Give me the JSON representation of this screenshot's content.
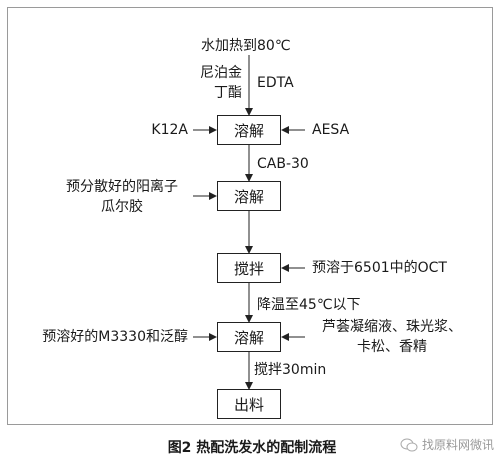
{
  "steps": {
    "dissolve1": "溶解",
    "dissolve2": "溶解",
    "stir1": "搅拌",
    "dissolve3": "溶解",
    "output": "出料"
  },
  "inputs": {
    "top": "水加热到80℃",
    "nipagin_line1": "尼泊金",
    "nipagin_line2": "丁酯",
    "edta": "EDTA",
    "k12a": "K12A",
    "aesa": "AESA",
    "cab30": "CAB-30",
    "cationic_guar_line1": "预分散好的阳离子",
    "cationic_guar_line2": "瓜尔胶",
    "oct_predissolved": "预溶于6501中的OCT",
    "cool": "降温至45℃以下",
    "m3330": "预溶好的M3330和泛醇",
    "aloe_line1": "芦荟凝缩液、珠光浆、",
    "aloe_line2": "卡松、香精",
    "stir30": "搅拌30min"
  },
  "caption": "图2  热配洗发水的配制流程",
  "watermark": "找原料网微讯"
}
